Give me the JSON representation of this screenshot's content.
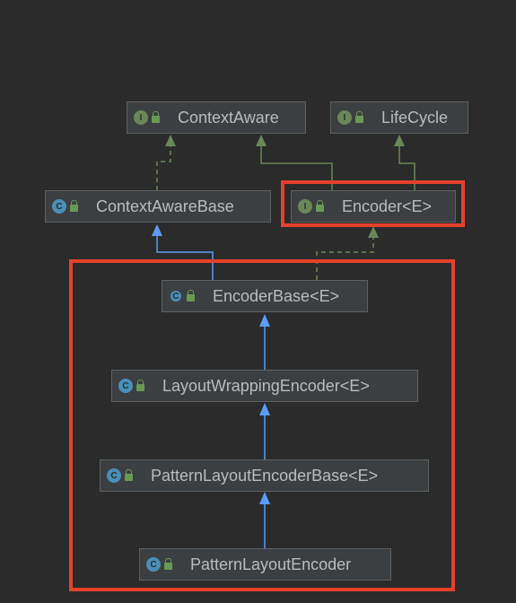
{
  "nodes": {
    "context_aware": {
      "label": "ContextAware",
      "kind": "interface",
      "badge": "I"
    },
    "life_cycle": {
      "label": "LifeCycle",
      "kind": "interface",
      "badge": "I"
    },
    "context_aware_base": {
      "label": "ContextAwareBase",
      "kind": "class",
      "badge": "C"
    },
    "encoder": {
      "label": "Encoder<E>",
      "kind": "interface",
      "badge": "I"
    },
    "encoder_base": {
      "label": "EncoderBase<E>",
      "kind": "abstract-class",
      "badge": "C"
    },
    "layout_wrapping_encoder": {
      "label": "LayoutWrappingEncoder<E>",
      "kind": "class",
      "badge": "C"
    },
    "pattern_layout_encoder_base": {
      "label": "PatternLayoutEncoderBase<E>",
      "kind": "class",
      "badge": "C"
    },
    "pattern_layout_encoder": {
      "label": "PatternLayoutEncoder",
      "kind": "class",
      "badge": "C"
    }
  },
  "colors": {
    "background": "#2b2b2b",
    "node_fill": "#3c3f41",
    "implements_edge": "#6a8759",
    "extends_edge": "#5c9cf5",
    "highlight": "#e5412b"
  }
}
